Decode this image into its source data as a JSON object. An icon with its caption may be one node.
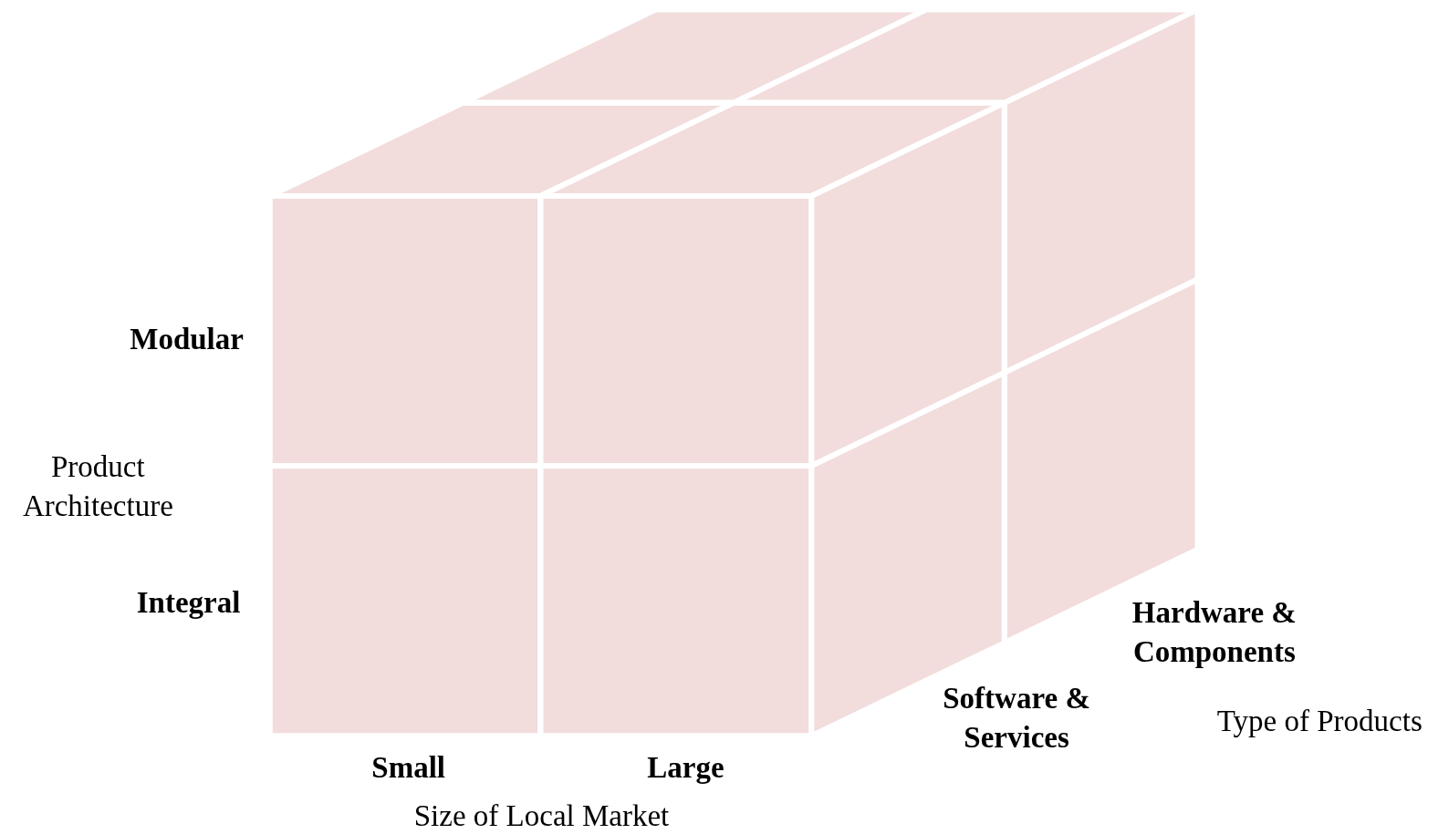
{
  "diagram": {
    "labels": [
      "Modular",
      "Product Architecture",
      "Integral",
      "Hardware & Components",
      "Software & Services",
      "Type of Products",
      "Small",
      "Large",
      "Size of Local Market"
    ]
  }
}
